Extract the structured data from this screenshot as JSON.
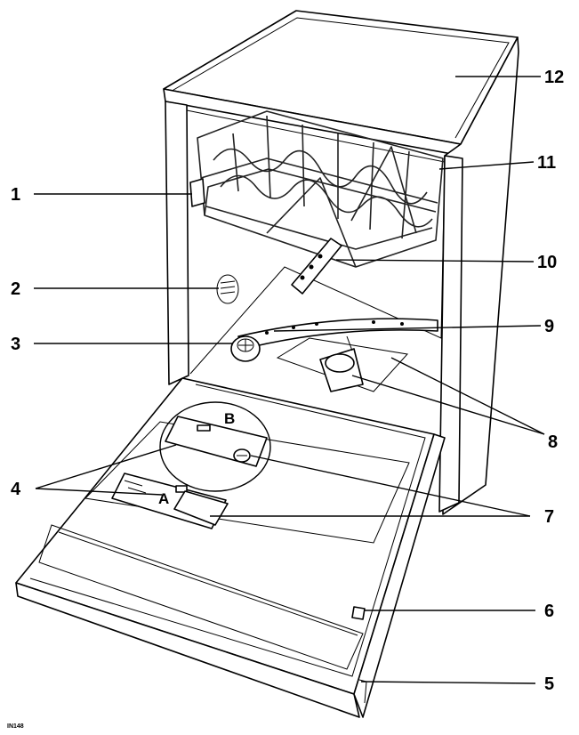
{
  "callouts": {
    "c1": "1",
    "c2": "2",
    "c3": "3",
    "c4": "4",
    "c5": "5",
    "c6": "6",
    "c7": "7",
    "c8": "8",
    "c9": "9",
    "c10": "10",
    "c11": "11",
    "c12": "12"
  },
  "letters": {
    "a": "A",
    "b": "B"
  },
  "figure_code": "IN148"
}
